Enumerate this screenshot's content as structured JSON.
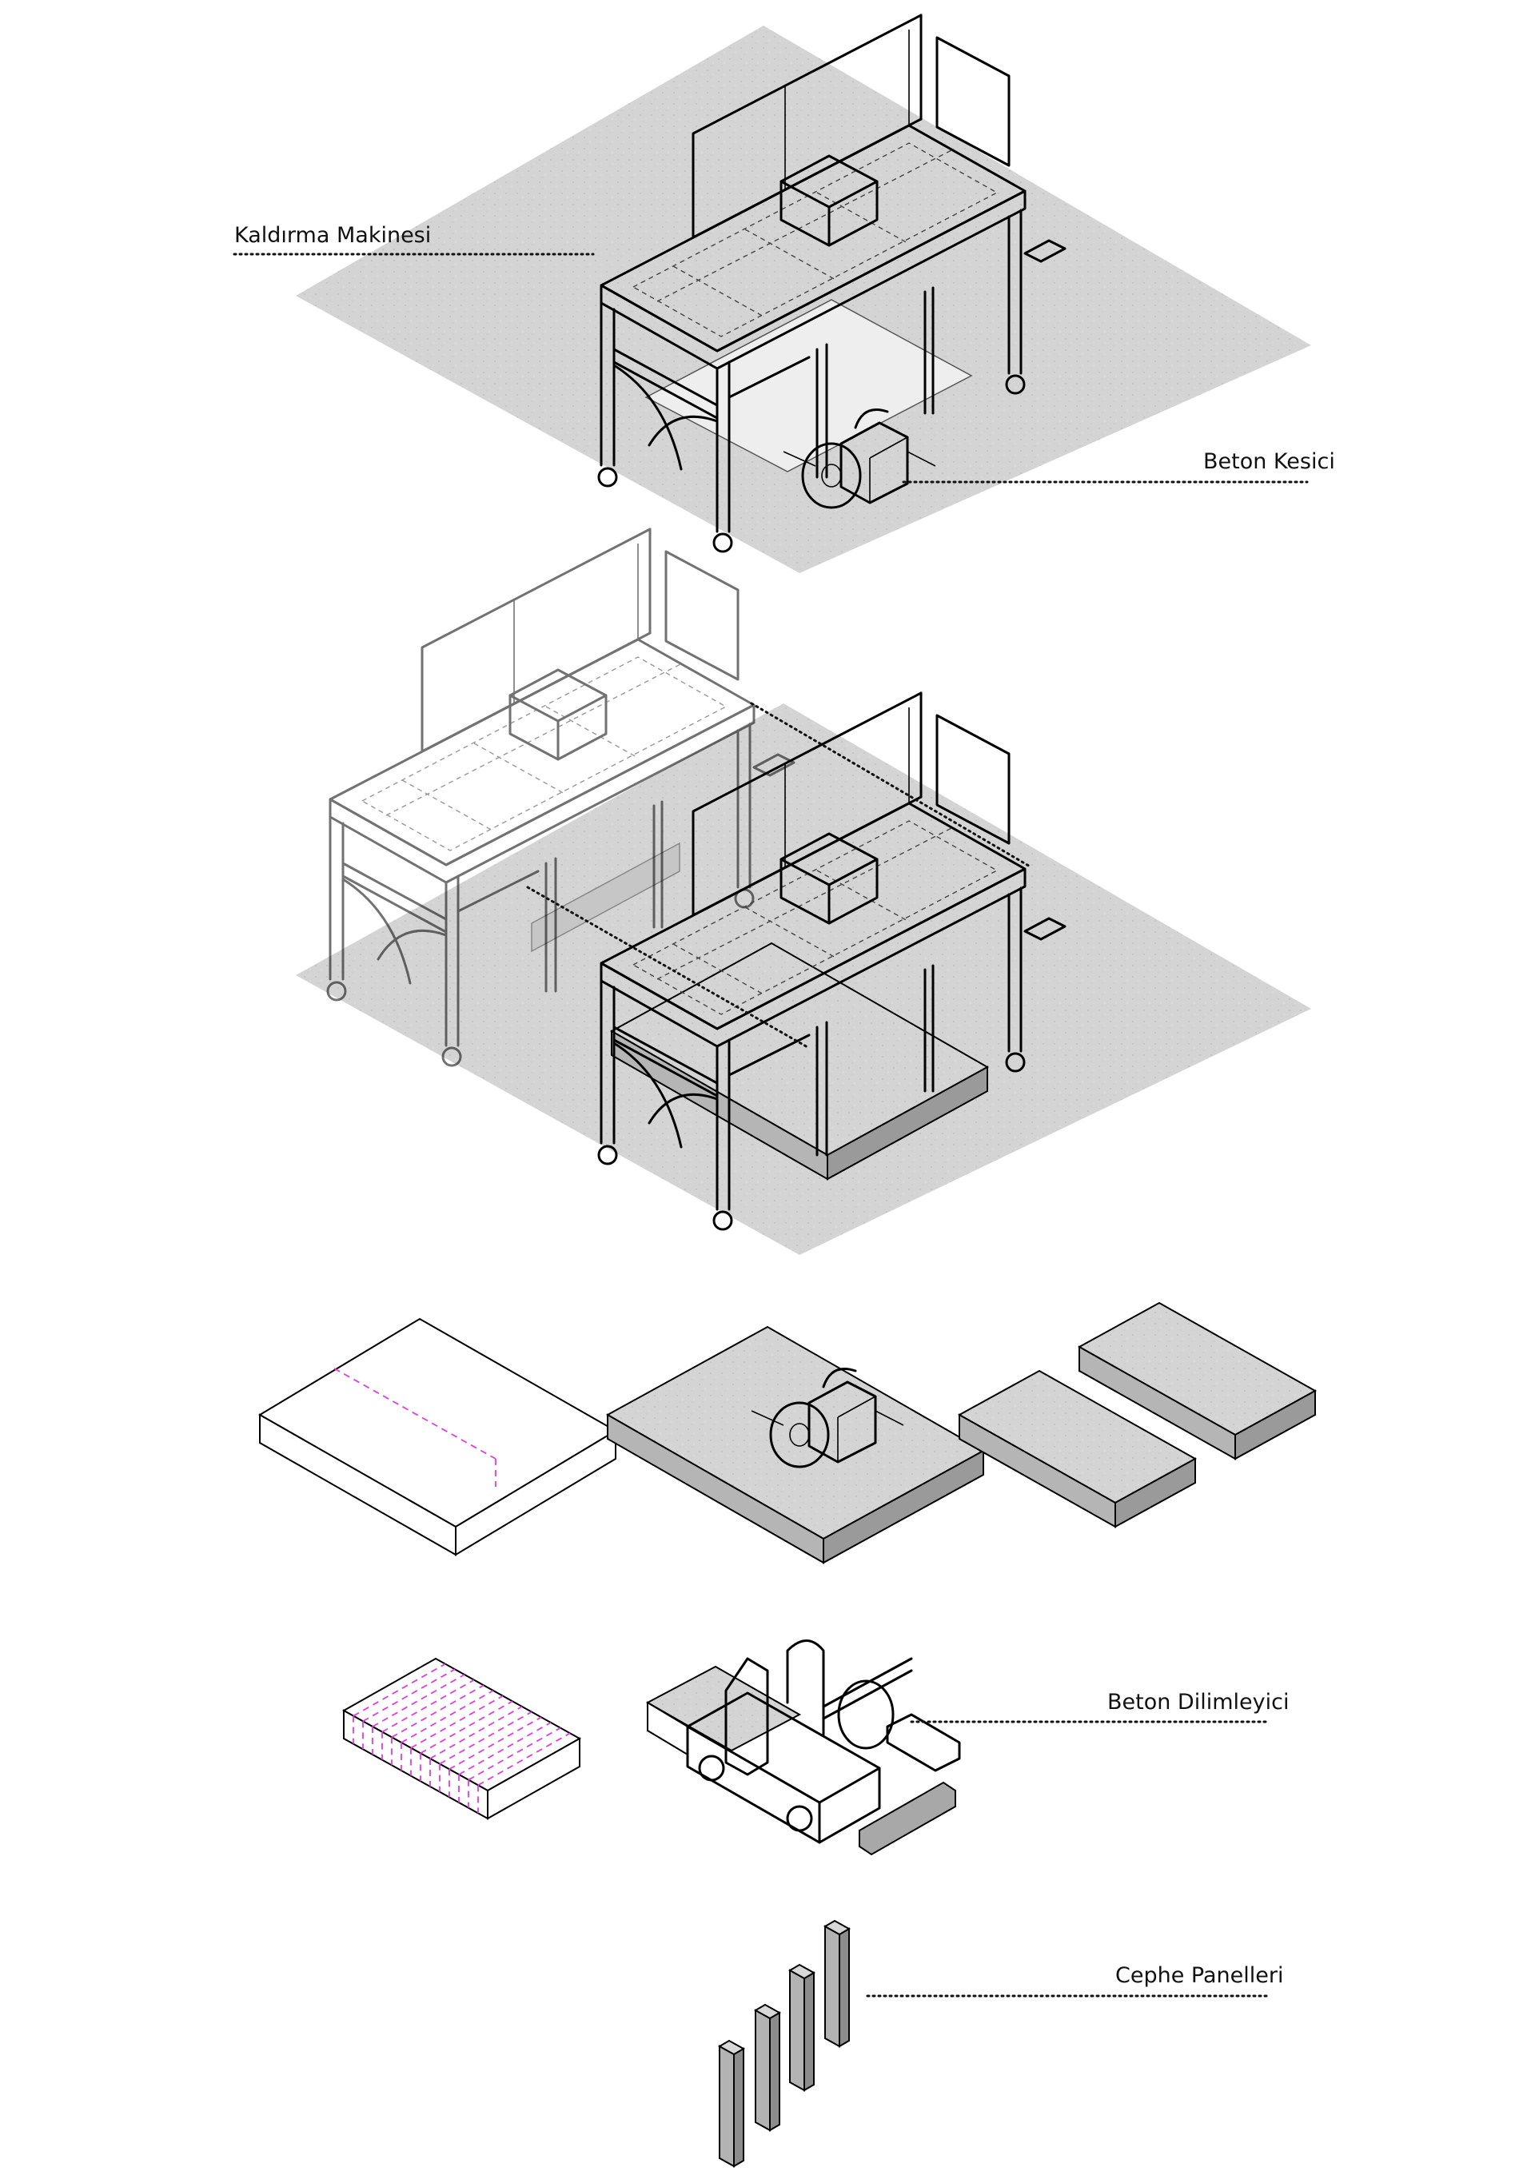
{
  "labels": {
    "lifting_machine": "Kaldırma Makinesi",
    "concrete_cutter": "Beton Kesici",
    "concrete_slicer": "Beton Dilimleyici",
    "facade_panels": "Cephe Panelleri"
  },
  "colors": {
    "ground": "#d6d6d6",
    "ground_dark": "#c4c4c4",
    "slab_top": "#c9c9c9",
    "slab_left": "#a9a9a9",
    "slab_right": "#8f8f8f",
    "cut_line": "#e23be0",
    "line": "#000000",
    "ghost_line": "#9a9a9a"
  }
}
